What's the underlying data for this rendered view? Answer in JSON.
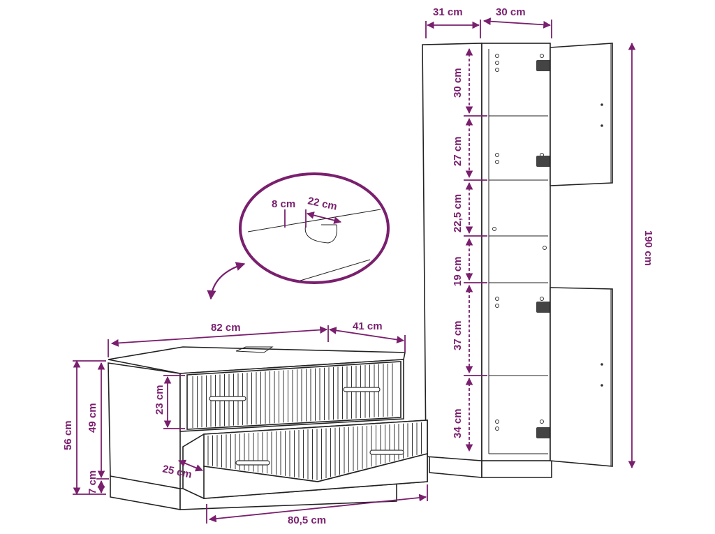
{
  "colors": {
    "accent": "#7a1f6e",
    "line": "#222222",
    "background": "#ffffff"
  },
  "labels": {
    "tall_depth": "31 cm",
    "tall_width": "30 cm",
    "tall_height": "190 cm",
    "shelf_1": "30 cm",
    "shelf_2": "27 cm",
    "shelf_3": "22,5 cm",
    "shelf_4": "19 cm",
    "shelf_5": "37 cm",
    "shelf_6": "34 cm",
    "cutout_depth": "8 cm",
    "cutout_width": "22 cm",
    "vanity_width": "82 cm",
    "vanity_depth": "41 cm",
    "vanity_total_height": "56 cm",
    "vanity_body_height": "49 cm",
    "vanity_base_height": "7 cm",
    "drawer_height": "23 cm",
    "drawer_depth": "25 cm",
    "drawer_width": "80,5 cm"
  },
  "icons": {
    "callout_arrow": "curved-arrow-icon"
  }
}
